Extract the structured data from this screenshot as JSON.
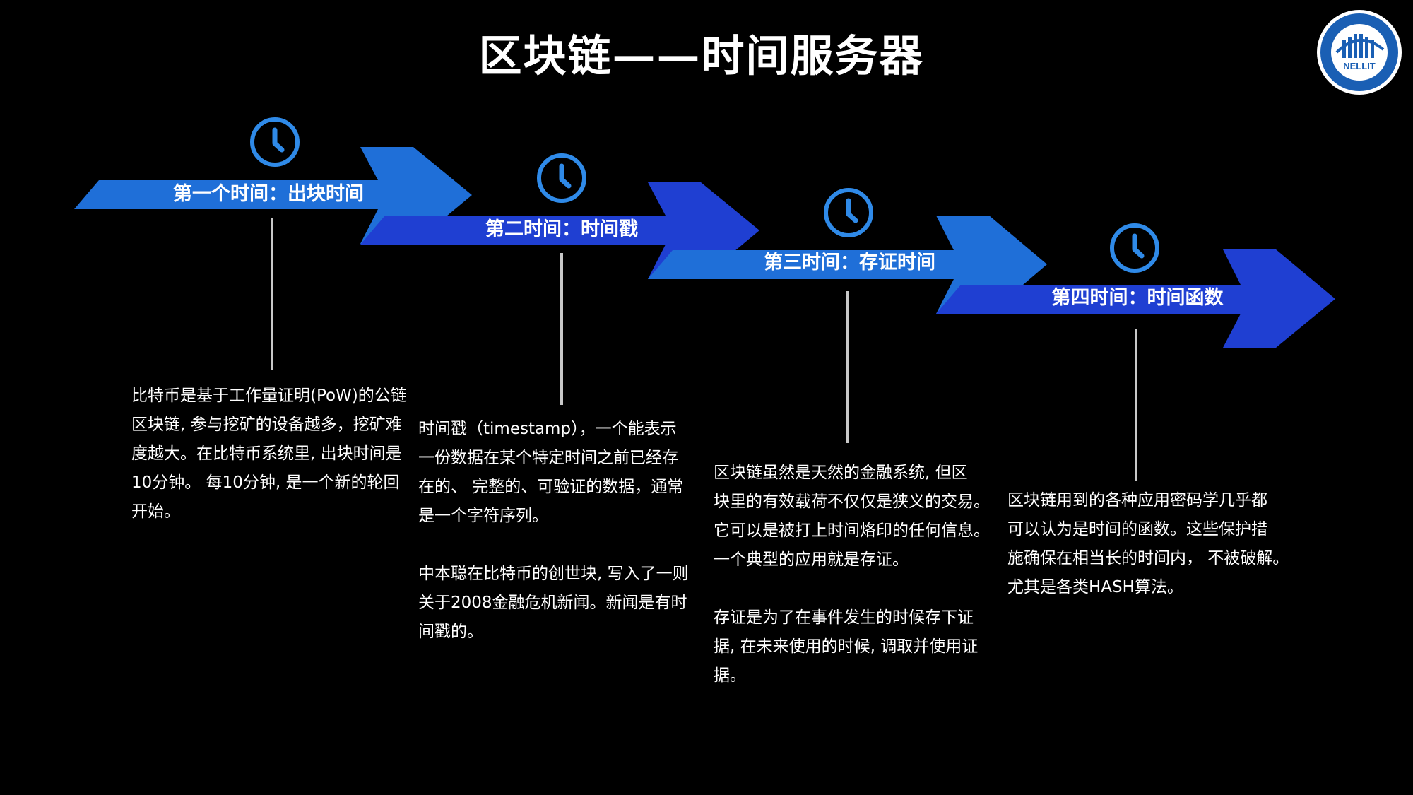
{
  "title": "区块链——时间服务器",
  "logo": {
    "icon": "nellit-logo-icon",
    "text": "NELLIT"
  },
  "colors": {
    "background": "#000000",
    "arrow_light": "#1f6fd8",
    "arrow_dark": "#1f3fd2",
    "clock": "#2f8ae8",
    "line": "#c8c8c8"
  },
  "steps": [
    {
      "label": "第一个时间：出块时间",
      "icon": "clock-icon",
      "description": "比特币是基于工作量证明(PoW)的公链\n区块链, 参与挖矿的设备越多，挖矿难\n度越大。在比特币系统里, 出块时间是\n10分钟。 每10分钟, 是一个新的轮回\n开始。"
    },
    {
      "label": "第二时间：时间戳",
      "icon": "clock-icon",
      "description": "时间戳（timestamp），一个能表示\n一份数据在某个特定时间之前已经存\n在的、 完整的、可验证的数据，通常\n是一个字符序列。\n\n中本聪在比特币的创世块, 写入了一则\n关于2008金融危机新闻。新闻是有时\n间戳的。"
    },
    {
      "label": "第三时间：存证时间",
      "icon": "clock-icon",
      "description": "区块链虽然是天然的金融系统, 但区\n块里的有效载荷不仅仅是狭义的交易。\n它可以是被打上时间烙印的任何信息。\n一个典型的应用就是存证。\n\n存证是为了在事件发生的时候存下证\n据, 在未来使用的时候, 调取并使用证\n据。"
    },
    {
      "label": "第四时间：时间函数",
      "icon": "clock-icon",
      "description": "区块链用到的各种应用密码学几乎都\n可以认为是时间的函数。这些保护措\n施确保在相当长的时间内， 不被破解。\n尤其是各类HASH算法。"
    }
  ]
}
